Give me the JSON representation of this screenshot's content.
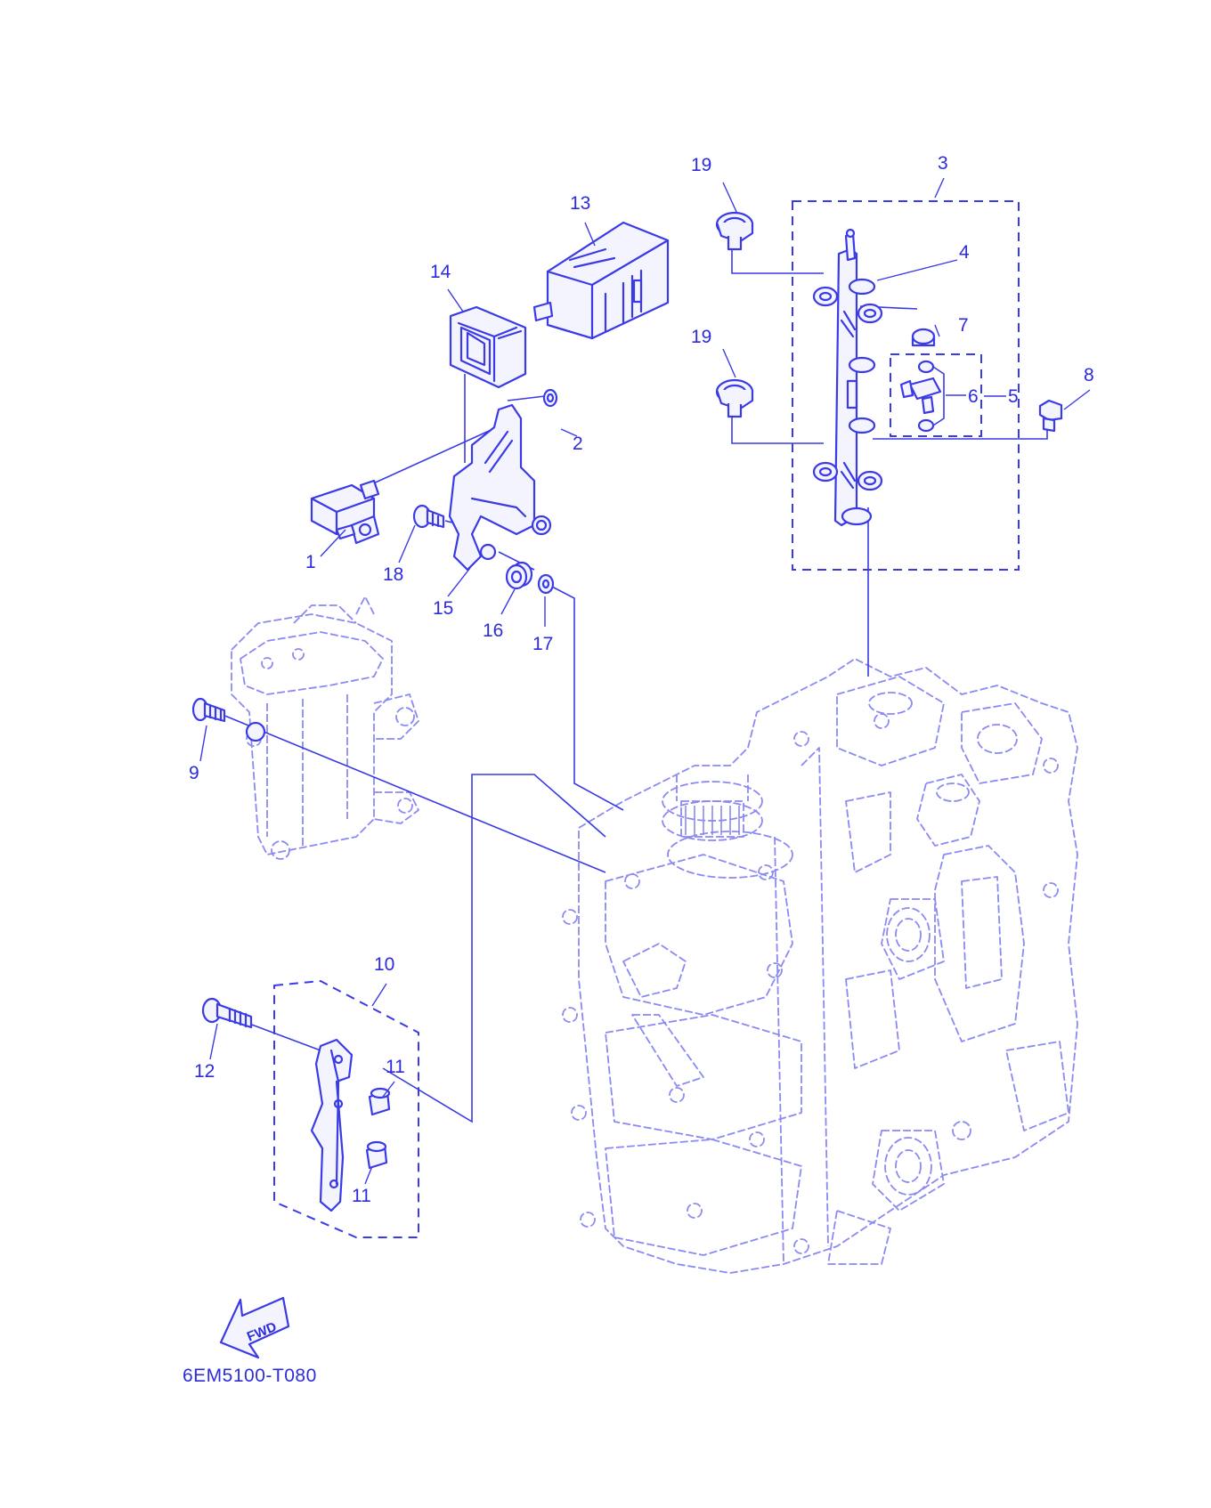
{
  "colors": {
    "line": "#3a3ae6",
    "label": "#2c2cdc",
    "engine_outline": "#8a8af2",
    "background": "#ffffff"
  },
  "callouts": [
    "1",
    "2",
    "3",
    "4",
    "5",
    "6",
    "7",
    "8",
    "9",
    "10",
    "11",
    "12",
    "13",
    "14",
    "15",
    "16",
    "17",
    "18",
    "19"
  ],
  "callout_11_second": "11",
  "callout_19_second": "19",
  "fwd_label": "FWD",
  "drawing_code": "6EM5100-T080",
  "icons": [
    "fwd-arrow-icon"
  ]
}
